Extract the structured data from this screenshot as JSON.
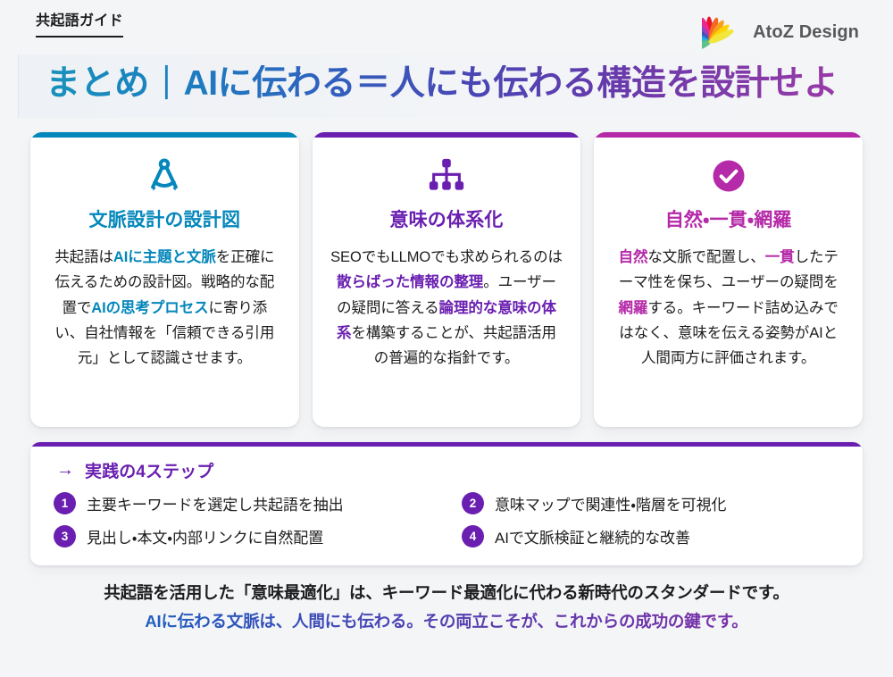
{
  "header": {
    "kicker": "共起語ガイド",
    "brand_name": "AtoZ Design",
    "brand_mark_icon": "atoz-fan-logo-icon"
  },
  "title": {
    "text": "まとめ｜AIに伝わる＝人にも伝わる構造を設計せよ",
    "gradient_from": "#1792bb",
    "gradient_to": "#a23aa6"
  },
  "cards": [
    {
      "accent": "#0487bb",
      "icon": "drafting-compass-icon",
      "title": "文脈設計の設計図",
      "body_html": "共起語は<b>AIに主題と文脈</b>を正確に伝えるための設計図。戦略的な配置で<b>AIの思考プロセス</b>に寄り添い、自社情報を「信頼できる引用元」として認識させます。"
    },
    {
      "accent": "#6a1fb0",
      "icon": "sitemap-icon",
      "title": "意味の体系化",
      "body_html": "SEOでもLLMOでも求められるのは<b>散らばった情報の整理</b>。ユーザーの疑問に答える<b>論理的な意味の体系</b>を構築することが、共起語活用の普遍的な指針です。"
    },
    {
      "accent": "#b52aa8",
      "icon": "check-circle-icon",
      "title": "自然・一貫・網羅",
      "body_html": "<b>自然</b>な文脈で配置し、<b>一貫</b>したテーマ性を保ち、ユーザーの疑問を<b>網羅</b>する。キーワード詰め込みではなく、意味を伝える姿勢がAIと人間両方に評価されます。"
    }
  ],
  "steps": {
    "accent": "#6a1fb0",
    "arrow_icon": "arrow-right-icon",
    "arrow_glyph": "→",
    "title": "実践の4ステップ",
    "items": [
      {
        "num": "1",
        "text": "主要キーワードを選定し共起語を抽出"
      },
      {
        "num": "2",
        "text": "意味マップで関連性・階層を可視化"
      },
      {
        "num": "3",
        "text": "見出し・本文・内部リンクに自然配置"
      },
      {
        "num": "4",
        "text": "AIで文脈検証と継続的な改善"
      }
    ]
  },
  "footer": {
    "line1": "共起語を活用した「意味最適化」は、キーワード最適化に代わる新時代のスタンダードです。",
    "line2": "AIに伝わる文脈は、人間にも伝わる。その両立こそが、これからの成功の鍵です。"
  }
}
